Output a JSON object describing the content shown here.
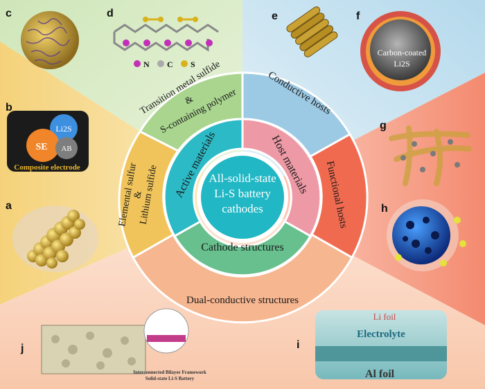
{
  "center": {
    "line1": "All-solid-state",
    "line2": "Li-S battery",
    "line3": "cathodes"
  },
  "inner": {
    "active": "Active materials",
    "host": "Host materials",
    "cathode": "Cathode structures"
  },
  "outer": {
    "tms_line1": "Transition metal sulfide",
    "tms_line2": "&",
    "tms_line3": "S-containing polymer",
    "conductive": "Conductive hosts",
    "functional": "Functional hosts",
    "dual": "Dual-conductive structures",
    "elemental_line1": "Elemental sulfur",
    "elemental_line2": "&",
    "elemental_line3": "Lithium sulfide"
  },
  "panels": {
    "a": "a",
    "b": "b",
    "c": "c",
    "d": "d",
    "e": "e",
    "f": "f",
    "g": "g",
    "h": "h",
    "i": "i",
    "j": "j"
  },
  "panel_text": {
    "b_li2s": "Li2S",
    "b_se": "SE",
    "b_ab": "AB",
    "b_caption": "Composite electrode",
    "d_n": "N",
    "d_c": "C",
    "d_s": "S",
    "f_line1": "Carbon-coated",
    "f_line2": "Li2S",
    "i_top": "Li foil",
    "i_mid": "Electrolyte",
    "i_bottom": "Al foil",
    "j_caption1": "Interconnected Bilayer Framework",
    "j_caption2": "Solid-state Li-S Battery"
  },
  "colors": {
    "active": "#2bbac6",
    "host": "#ee9aa6",
    "cathode": "#67c08e",
    "tms": "#a9d58f",
    "conductive": "#9cc9e4",
    "functional": "#f06a4f",
    "dual": "#f6b690",
    "elemental": "#f0c45a",
    "center": "#21b7c4"
  }
}
